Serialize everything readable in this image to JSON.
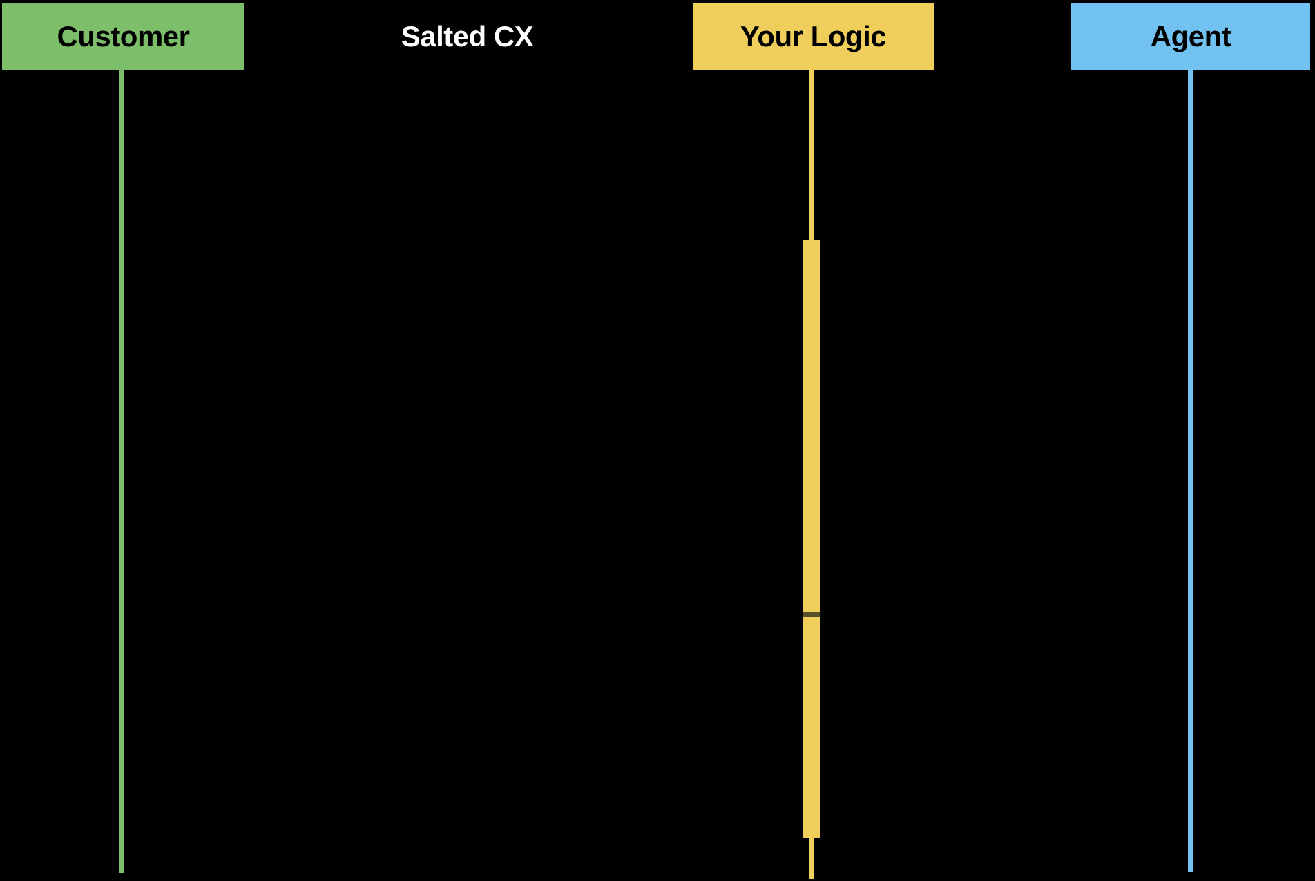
{
  "diagram": {
    "type": "sequence-diagram",
    "background": "#000000",
    "actors": [
      {
        "label": "Customer",
        "fill": "#7CBE69",
        "text_color": "#000000",
        "line_color": "#7CBE69"
      },
      {
        "label": "Salted CX",
        "fill": "#000000",
        "text_color": "#FFFFFF",
        "line_color": "#000000"
      },
      {
        "label": "Your Logic",
        "fill": "#EFCE5C",
        "text_color": "#000000",
        "line_color": "#EFCE5C"
      },
      {
        "label": "Agent",
        "fill": "#72C2F1",
        "text_color": "#000000",
        "line_color": "#72C2F1"
      }
    ],
    "activation": {
      "lane": "Your Logic",
      "fill": "#EFCE5C",
      "divider_color": "#57512B"
    }
  }
}
